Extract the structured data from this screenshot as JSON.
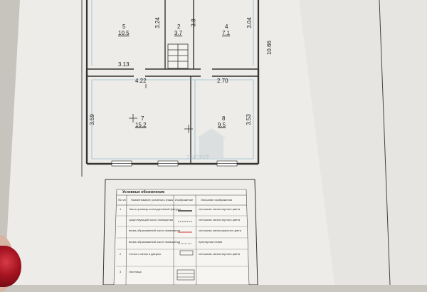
{
  "plan": {
    "rooms": [
      {
        "number": "5",
        "area": "10.5"
      },
      {
        "number": "2",
        "area": "3.7"
      },
      {
        "number": "4",
        "area": "7.1"
      },
      {
        "number": "7",
        "area": "15.2"
      },
      {
        "number": "8",
        "area": "9.5"
      }
    ],
    "dimensions": {
      "d_3_24": "3.24",
      "d_3_8": "3.8",
      "d_3_04": "3.04",
      "d_10_66": "10.66",
      "d_3_13": "3.13",
      "d_4_22": "4.22",
      "d_2_70": "2.70",
      "d_3_59": "3.59",
      "d_3_53": "3.53"
    }
  },
  "legend": {
    "title": "Условные обозначения:",
    "headers": {
      "num": "№ п/п",
      "name": "Наименование условного знака",
      "image": "Изображение",
      "description": "Описание изображения"
    },
    "rows": [
      {
        "num": "1",
        "name": "Часть границы конструктивной фигуры",
        "desc": "сплошная линия черного цвета"
      },
      {
        "num": "",
        "name": "существующей части помещения",
        "desc": "сплошная линия черного цвета"
      },
      {
        "num": "",
        "name": "вновь образованной части помещения",
        "desc": "сплошная линия красного цвета"
      },
      {
        "num": "",
        "name": "вновь образованной части помещения",
        "desc": "пунктирная линия"
      },
      {
        "num": "2",
        "name": "Стена с окном и дверью",
        "desc": "сплошная линия черного цвета"
      },
      {
        "num": "3",
        "name": "Лестница",
        "desc": ""
      }
    ]
  },
  "watermark": "ТРИТЕСТ"
}
